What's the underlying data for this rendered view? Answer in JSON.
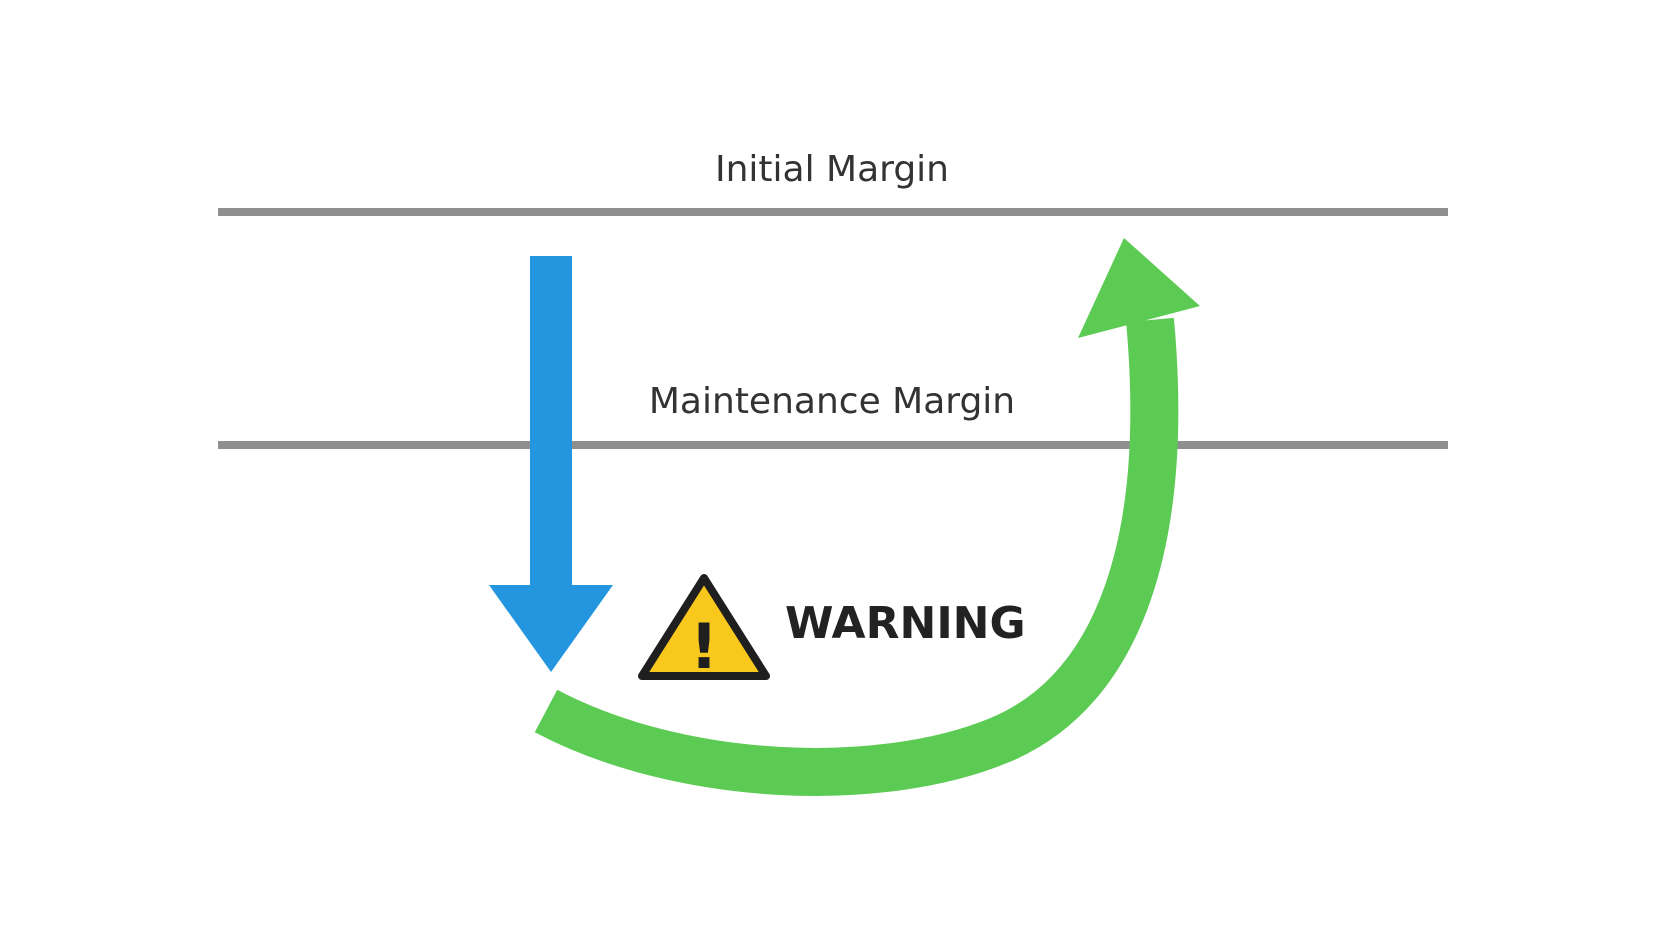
{
  "labels": {
    "initial_margin": "Initial Margin",
    "maintenance_margin": "Maintenance Margin",
    "warning": "WARNING",
    "warning_mark": "!"
  },
  "icons": {
    "warning": "warning-triangle-icon",
    "down_arrow": "down-arrow-icon",
    "recovery_arrow": "curved-up-arrow-icon"
  },
  "colors": {
    "background": "#ffffff",
    "margin_line": "#8f8f8f",
    "down_arrow": "#2496e0",
    "recovery_arrow": "#5ccb53",
    "warning_fill": "#f8c81c",
    "warning_outline": "#1f1f1f"
  }
}
